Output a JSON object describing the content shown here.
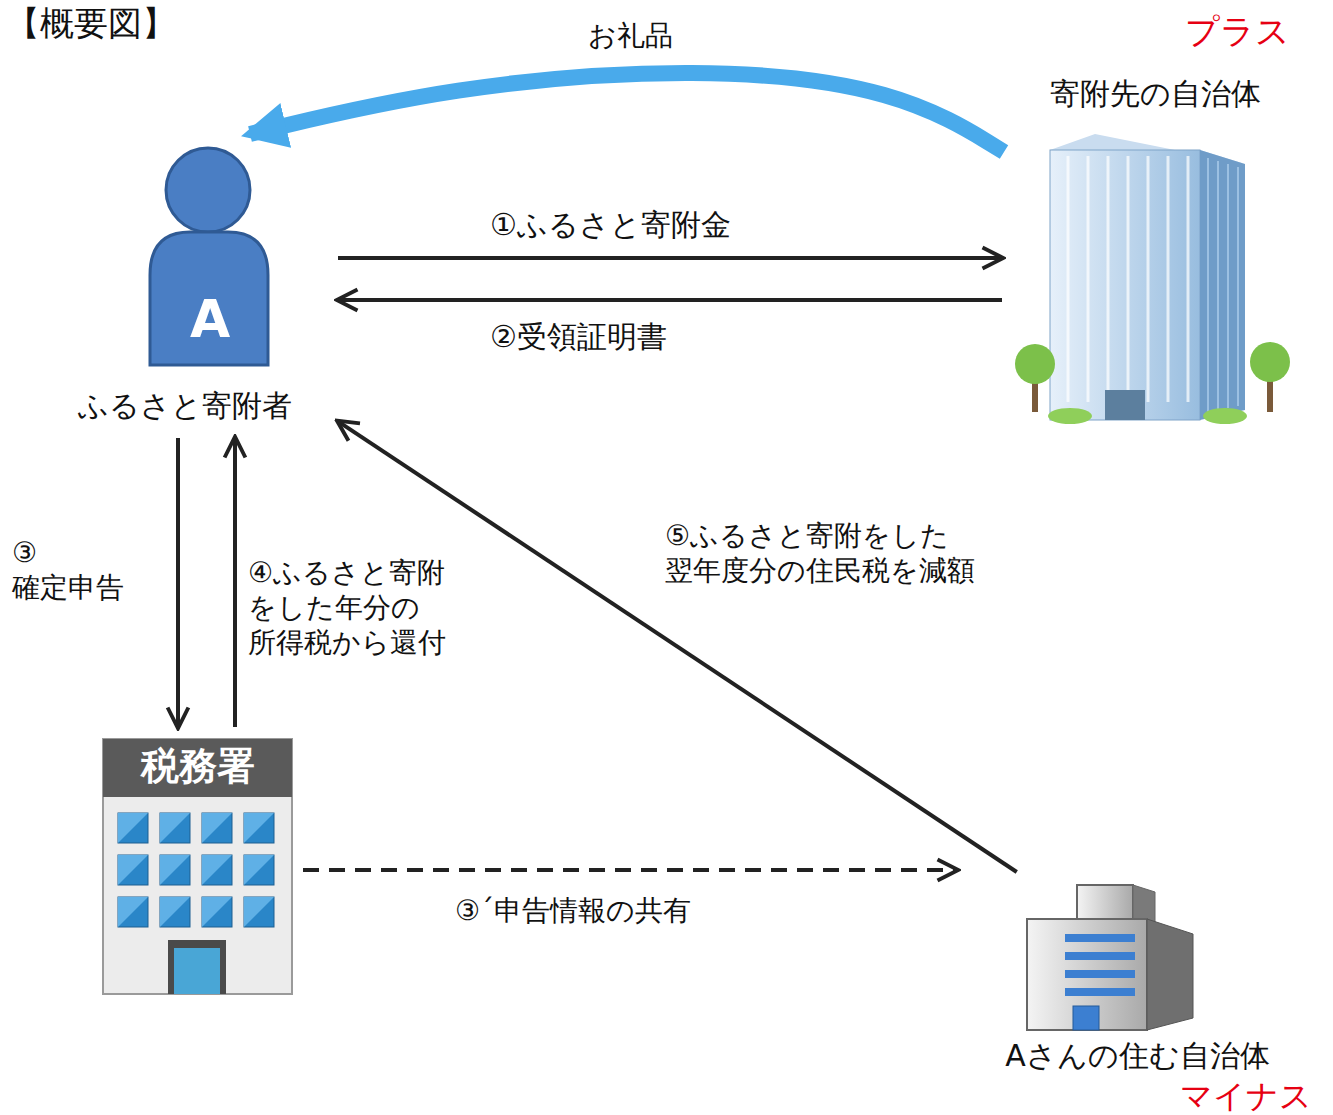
{
  "diagram": {
    "title": "【概要図】",
    "nodes": [
      {
        "text": [
          "A",
          "ふるさと寄附者"
        ]
      },
      {
        "text": [
          "寄附先の自治体"
        ]
      },
      {
        "text": [
          "税務署"
        ]
      },
      {
        "text": [
          "Aさんの住む自治体"
        ]
      }
    ],
    "edges": [
      {
        "from": 0,
        "to": 1,
        "label": "①ふるさと寄附金",
        "arrow": "to"
      },
      {
        "from": 1,
        "to": 0,
        "label": "②受領証明書",
        "arrow": "to"
      },
      {
        "from": 1,
        "to": 0,
        "label": "お礼品",
        "arrow": "to"
      },
      {
        "from": 0,
        "to": 2,
        "label": "③ 確定申告",
        "arrow": "to"
      },
      {
        "from": 2,
        "to": 0,
        "label": "④ふるさと寄附 をした年分の 所得税から還付",
        "arrow": "to"
      },
      {
        "from": 2,
        "to": 3,
        "label": "③´申告情報の共有",
        "arrow": "to"
      },
      {
        "from": 3,
        "to": 0,
        "label": "⑤ふるさと寄附をした 翌年度分の住民税を減額",
        "arrow": "to"
      }
    ],
    "labels": [
      "プラス",
      "マイナス"
    ]
  }
}
